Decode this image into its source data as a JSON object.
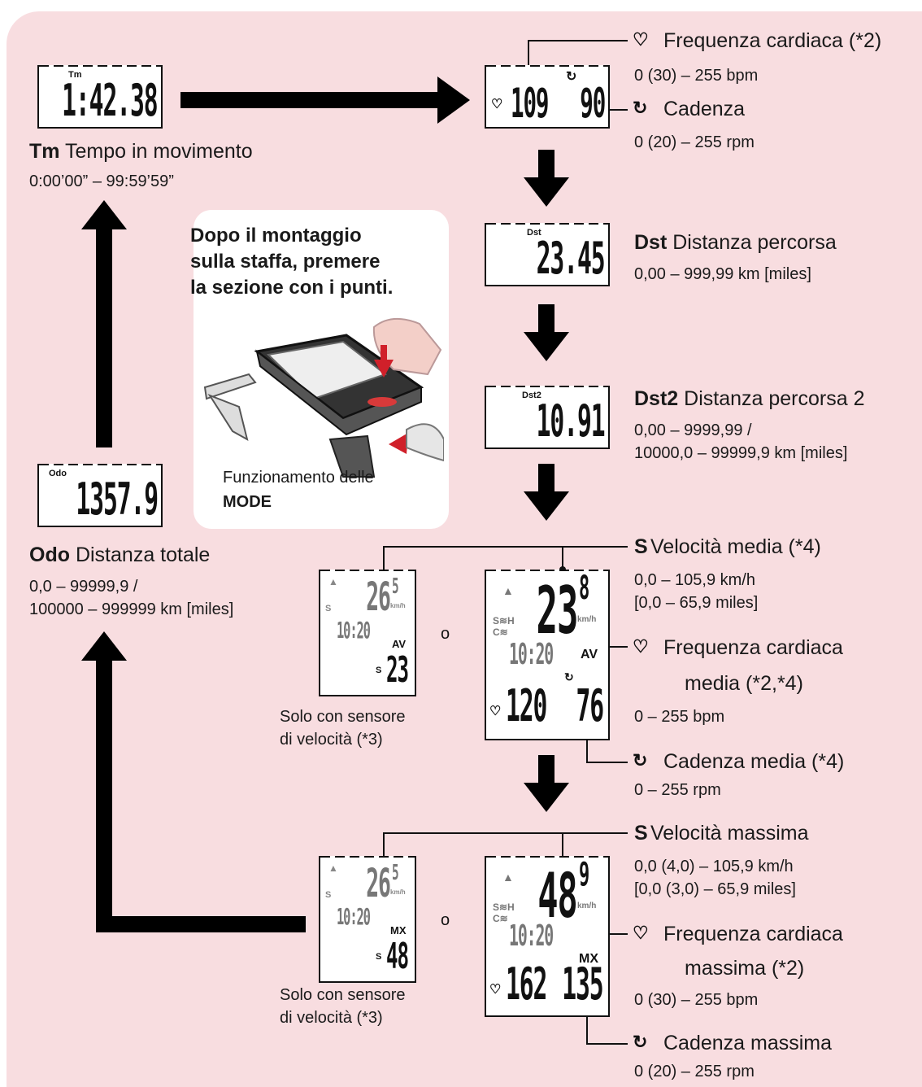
{
  "tm": {
    "abbr": "Tm",
    "name": "Tempo in movimento",
    "range": "0:00’00” – 99:59’59”",
    "display": "1:42.38"
  },
  "hr": {
    "label": "Frequenza cardiaca (*2)",
    "range": "0 (30) – 255 bpm"
  },
  "cad": {
    "label": "Cadenza",
    "range": "0 (20) – 255 rpm"
  },
  "hr_display": {
    "hr": "109",
    "cad": "90"
  },
  "dst": {
    "abbr": "Dst",
    "name": "Distanza percorsa",
    "range": "0,00 – 999,99 km [miles]",
    "display": "23.45"
  },
  "dst2": {
    "abbr": "Dst2",
    "name": "Distanza percorsa 2",
    "range1": "0,00 – 9999,99 /",
    "range2": "10000,0 – 99999,9 km [miles]",
    "display": "10.91",
    "lcd_label": "Dst2"
  },
  "odo": {
    "abbr": "Odo",
    "name": "Distanza totale",
    "range1": "0,0 – 99999,9 /",
    "range2": "100000 – 999999 km [miles]",
    "display": "1357.9"
  },
  "callout": {
    "line1": "Dopo il montaggio",
    "line2": "sulla staffa, premere",
    "line3": "la sezione con i punti.",
    "op1": "Funzionamento delle",
    "op2": "MODE"
  },
  "av": {
    "speed_abbr": "S",
    "speed_label": "Velocità media (*4)",
    "speed_range1": "0,0 – 105,9 km/h",
    "speed_range2": "[0,0 – 65,9 miles]",
    "hr_label1": "Frequenza cardiaca",
    "hr_label2": "media (*2,*4)",
    "hr_range": "0 – 255 bpm",
    "cad_label": "Cadenza media (*4)",
    "cad_range": "0 – 255 rpm",
    "disp_speed": "23",
    "disp_speed_dec": "8",
    "disp_clock": "10:20",
    "disp_hr": "120",
    "disp_cad": "76",
    "mode": "AV",
    "small_speed": "26",
    "small_speed_dec": "5",
    "small_val": "23"
  },
  "mx": {
    "speed_abbr": "S",
    "speed_label": "Velocità massima",
    "speed_range1": "0,0 (4,0) – 105,9 km/h",
    "speed_range2": "[0,0 (3,0) – 65,9 miles]",
    "hr_label1": "Frequenza cardiaca",
    "hr_label2": "massima (*2)",
    "hr_range": "0 (30) – 255 bpm",
    "cad_label": "Cadenza massima",
    "cad_range": "0 (20) – 255 rpm",
    "disp_speed": "48",
    "disp_speed_dec": "9",
    "disp_clock": "10:20",
    "disp_hr": "162",
    "disp_cad": "135",
    "mode": "MX",
    "small_speed": "26",
    "small_speed_dec": "5",
    "small_val": "48"
  },
  "speed_only": {
    "line1": "Solo con sensore",
    "line2": "di velocità (*3)"
  },
  "or_word": "o",
  "unit_kmh": "km/h",
  "lcd_small_s": "S"
}
